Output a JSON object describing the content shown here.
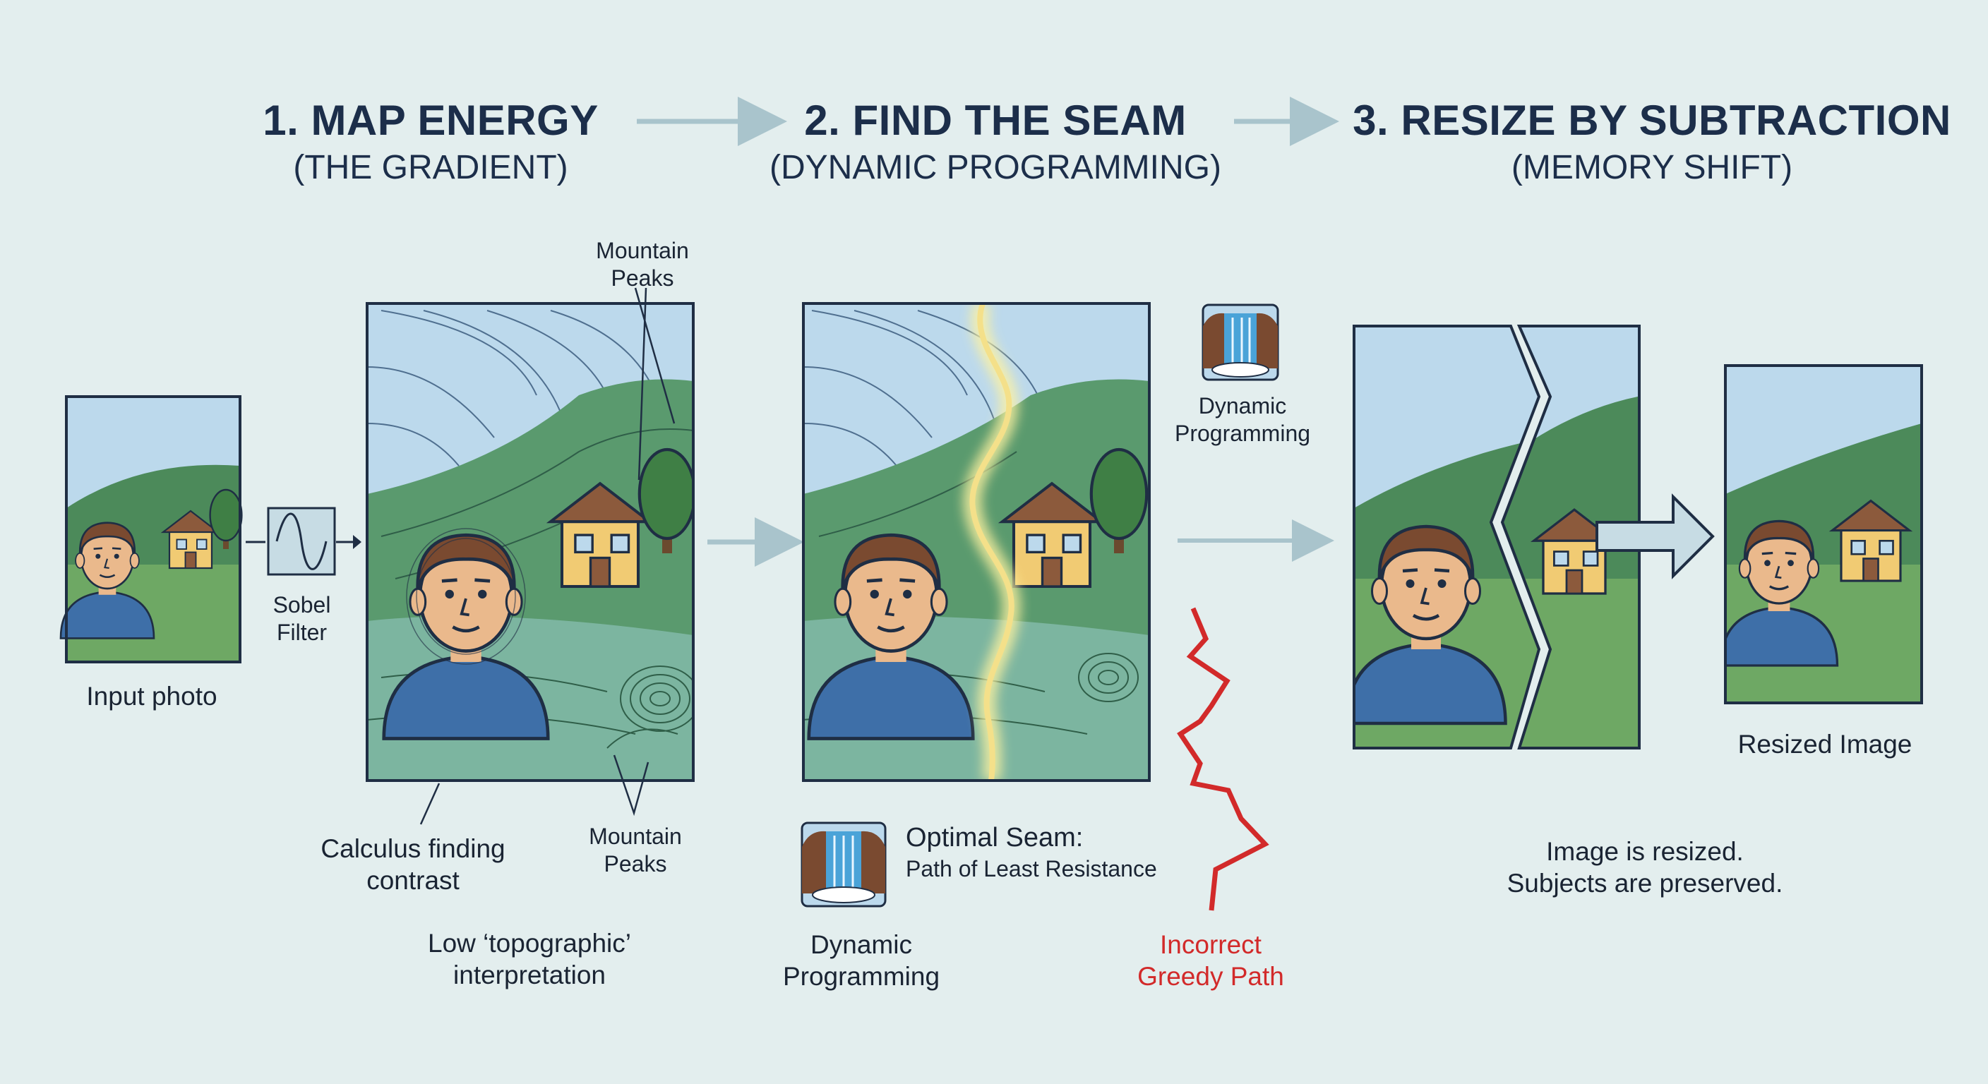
{
  "steps": {
    "s1_title": "1. MAP ENERGY",
    "s1_sub": "(THE GRADIENT)",
    "s2_title": "2. FIND THE SEAM",
    "s2_sub": "(DYNAMIC PROGRAMMING)",
    "s3_title": "3. RESIZE BY SUBTRACTION",
    "s3_sub": "(MEMORY SHIFT)"
  },
  "labels": {
    "input_photo": "Input photo",
    "sobel_line1": "Sobel",
    "sobel_line2": "Filter",
    "mountain_top_1": "Mountain",
    "mountain_top_2": "Peaks",
    "mountain_bottom_1": "Mountain",
    "mountain_bottom_2": "Peaks",
    "calculus_1": "Calculus finding",
    "calculus_2": "contrast",
    "topo_1": "Low ‘topographic’",
    "topo_2": "interpretation",
    "dp_right_1": "Dynamic",
    "dp_right_2": "Programming",
    "optimal_1": "Optimal Seam:",
    "optimal_2": "Path of Least Resistance",
    "dp_bottom_1": "Dynamic",
    "dp_bottom_2": "Programming",
    "greedy_1": "Incorrect",
    "greedy_2": "Greedy Path",
    "resized": "Resized Image",
    "result_1": "Image is resized.",
    "result_2": "Subjects are preserved."
  },
  "icons": {
    "sobel": "sine-wave-icon",
    "waterfall": "waterfall-icon",
    "arrow": "arrow-right-icon"
  },
  "colors": {
    "background": "#e3eeee",
    "sky": "#bcd9ec",
    "hill": "#4c8a5a",
    "grass": "#6ea864",
    "shirt": "#3e6fa8",
    "skin": "#eab98c",
    "hair": "#7a4a30",
    "house": "#f1cb73",
    "roof": "#8c5a3c",
    "seam": "#f4e08a",
    "greedy": "#d22a2a",
    "arrow": "#a9c4cc",
    "outline": "#1f2e44"
  }
}
